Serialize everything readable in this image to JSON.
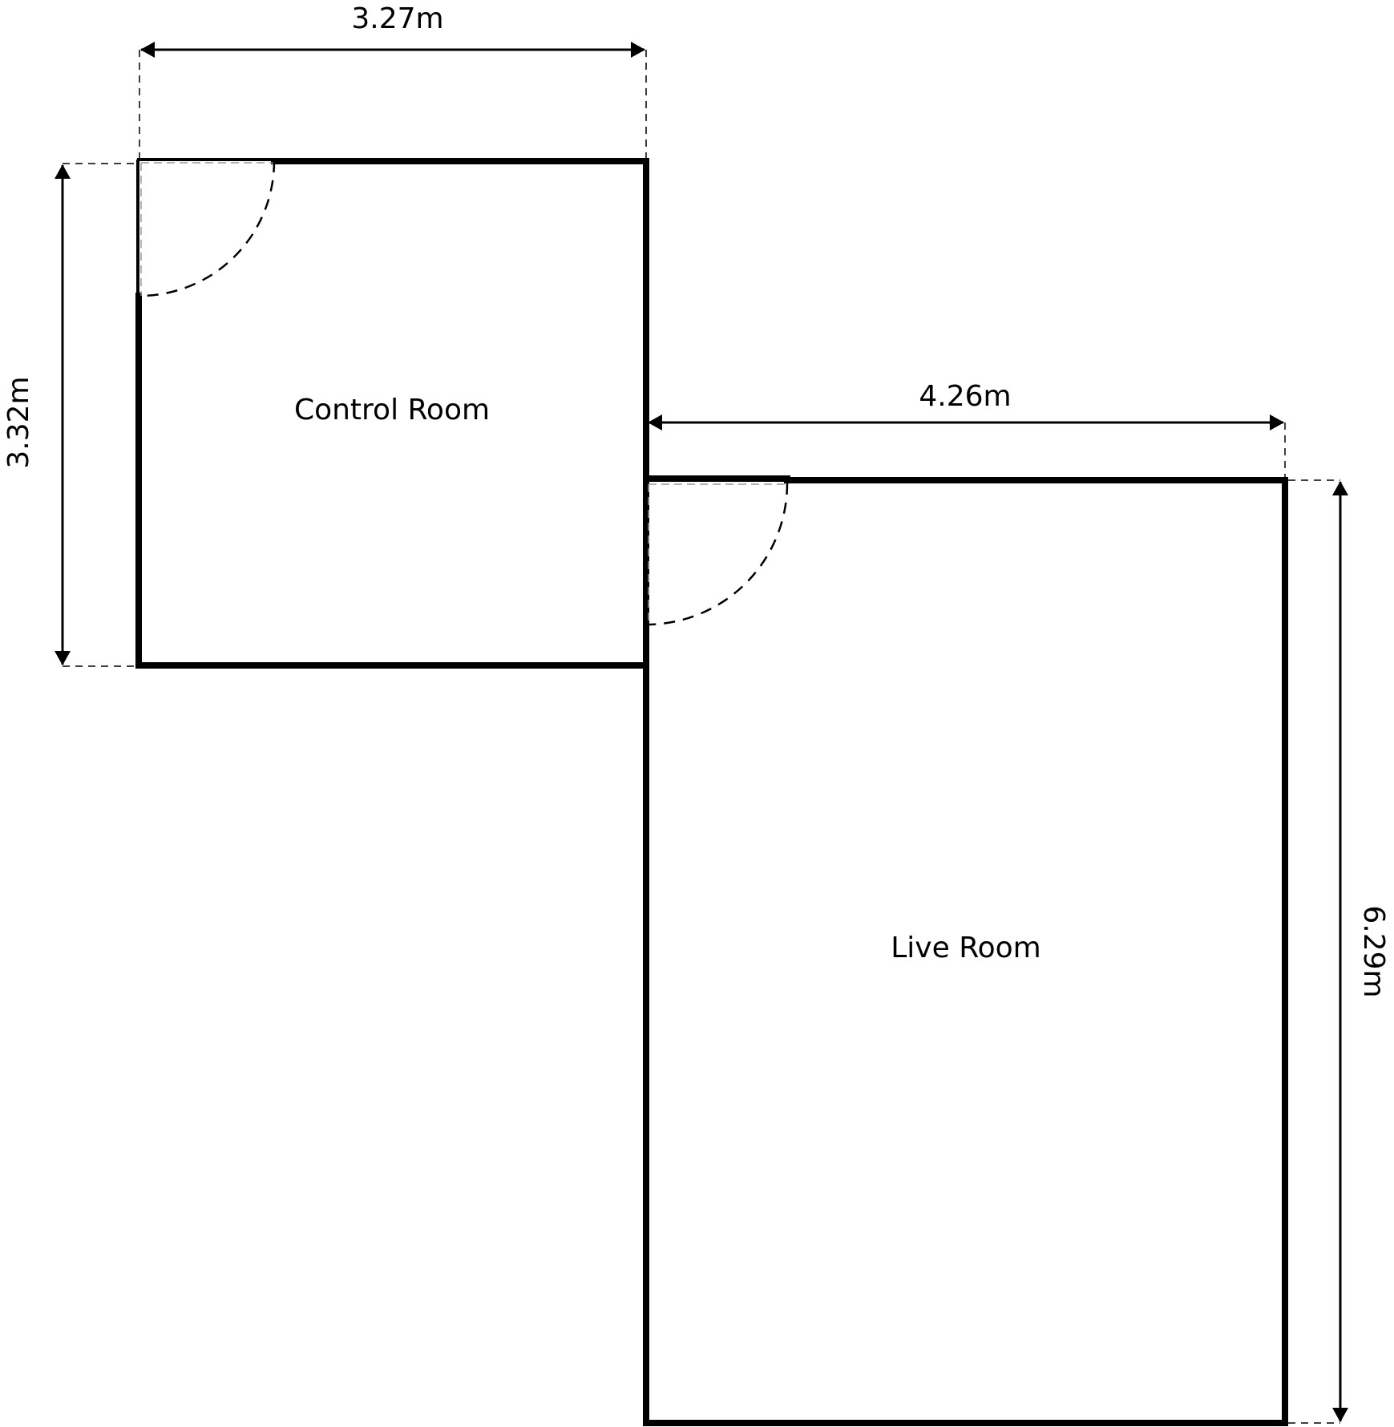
{
  "diagram": {
    "type": "floor-plan",
    "colors": {
      "background": "#ffffff",
      "wall": "#000000",
      "dimension": "#000000",
      "door_edge": "#9a9a9a"
    },
    "rooms": [
      {
        "id": "control-room",
        "label": "Control Room",
        "width_label": "3.27m",
        "height_label": "3.32m"
      },
      {
        "id": "live-room",
        "label": "Live Room",
        "width_label": "4.26m",
        "height_label": "6.29m"
      }
    ],
    "dimensions": {
      "control_room_width": "3.27m",
      "control_room_height": "3.32m",
      "live_room_width": "4.26m",
      "live_room_height": "6.29m"
    },
    "doors": [
      {
        "room": "Control Room",
        "position": "top-left corner",
        "swing": "quarter-arc"
      },
      {
        "room": "Live Room",
        "position": "top-left corner",
        "swing": "quarter-arc"
      }
    ]
  }
}
